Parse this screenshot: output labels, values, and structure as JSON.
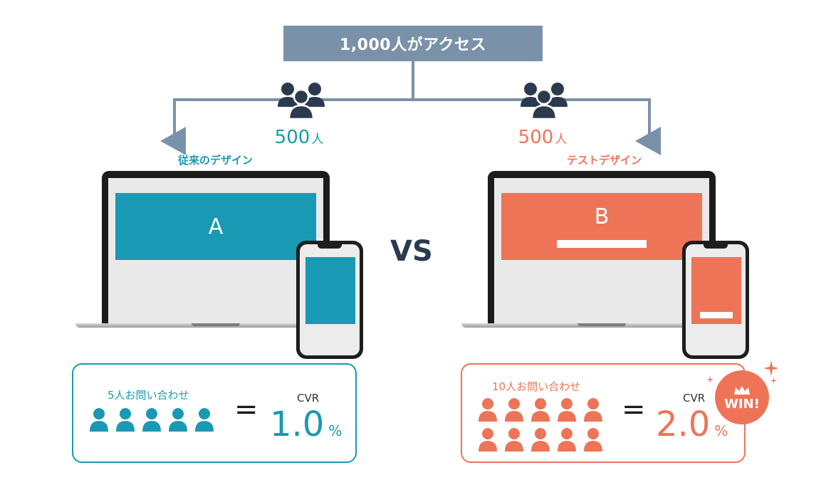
{
  "top": {
    "label": "1,000人がアクセス"
  },
  "colors": {
    "a": "#1999b3",
    "b": "#ee7458",
    "top": "#7a91aa",
    "icon": "#2b3a4e"
  },
  "branches": {
    "a": {
      "count": "500",
      "unit": "人",
      "icon": "group-icon",
      "design_label": "従来のデザイン",
      "screen_label": "A"
    },
    "b": {
      "count": "500",
      "unit": "人",
      "icon": "group-icon",
      "design_label": "テストデザイン",
      "screen_label": "B"
    }
  },
  "vs": "VS",
  "results": {
    "a": {
      "inquiries": "5人お問い合わせ",
      "people": 5,
      "equals": "=",
      "cvr_label": "CVR",
      "cvr_value": "1.0",
      "cvr_unit": "%"
    },
    "b": {
      "inquiries": "10人お問い合わせ",
      "people": 10,
      "equals": "=",
      "cvr_label": "CVR",
      "cvr_value": "2.0",
      "cvr_unit": "%",
      "badge": {
        "text": "WIN!",
        "icon": "crown-icon"
      }
    }
  }
}
